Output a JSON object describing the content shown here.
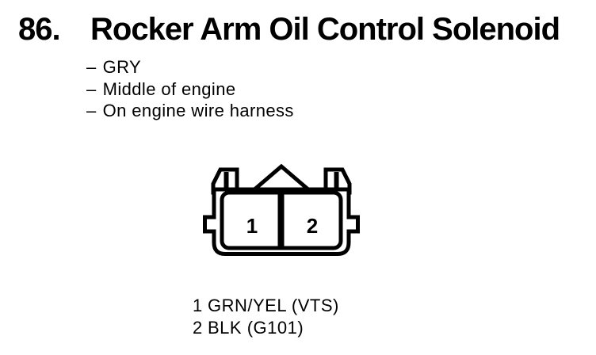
{
  "page": {
    "background": "#ffffff",
    "ink": "#000000"
  },
  "heading": {
    "number": "86.",
    "title": "Rocker Arm Oil Control Solenoid"
  },
  "details": {
    "bullet": "–",
    "items": [
      "GRY",
      "Middle of engine",
      "On engine wire harness"
    ]
  },
  "connector": {
    "cavities": [
      {
        "pin": "1"
      },
      {
        "pin": "2"
      }
    ]
  },
  "pin_legend": [
    {
      "pin": "1",
      "wire": "GRN/YEL (VTS)"
    },
    {
      "pin": "2",
      "wire": "BLK (G101)"
    }
  ]
}
